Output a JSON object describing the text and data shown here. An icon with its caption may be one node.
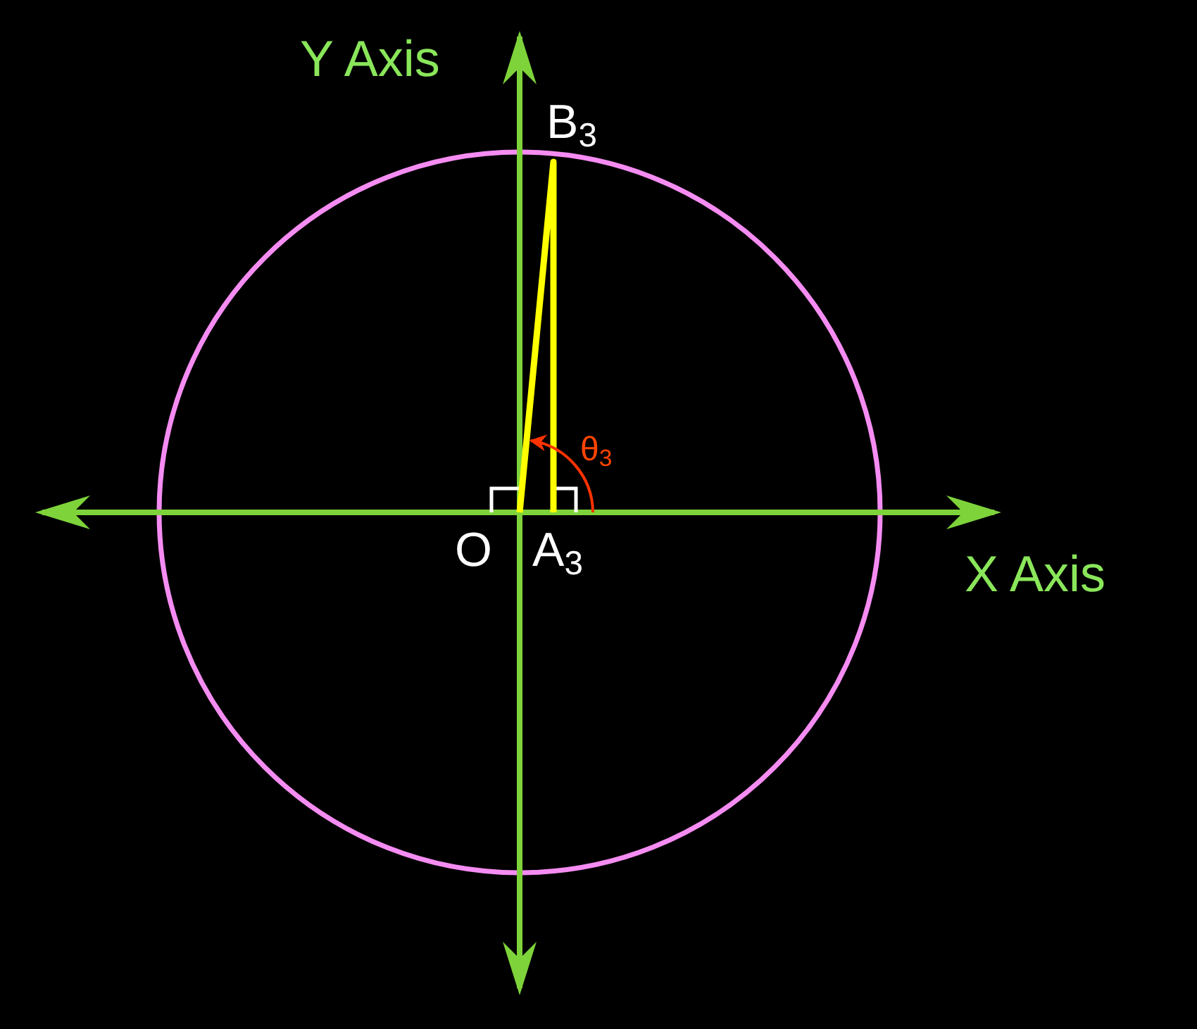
{
  "diagram": {
    "labels": [
      "Y Axis",
      "B$_{3}$",
      "θ$_{3}$",
      "O",
      "A$_{3}$",
      "X Axis"
    ]
  }
}
